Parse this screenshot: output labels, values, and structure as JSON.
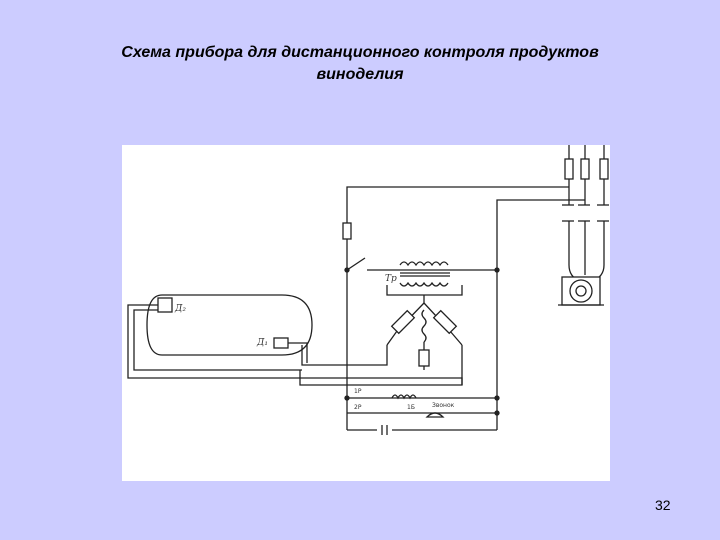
{
  "slide": {
    "title_line1": "Схема прибора для дистанционного контроля продуктов",
    "title_line2": "виноделия",
    "page_number": "32"
  },
  "diagram": {
    "labels": {
      "d2": "Д₂",
      "d1": "Д₁",
      "tr": "Тр",
      "rp": "1Р",
      "rp2": "2Р",
      "ls": "1Б",
      "bell": "Звонок"
    }
  }
}
